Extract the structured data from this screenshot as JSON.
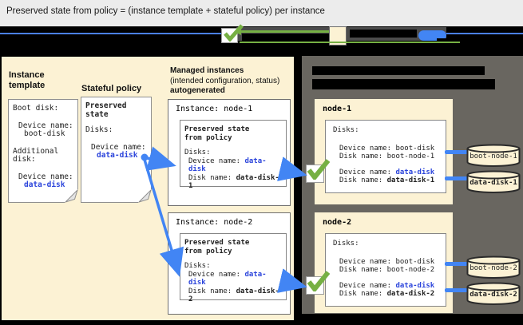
{
  "title": "Preserved state from policy = (instance template + stateful policy) per instance",
  "colors": {
    "blue_text": "#2b44db",
    "arrow_blue": "#4285f4",
    "check_green": "#76b043",
    "panel_beige": "#fcf2d4",
    "panel_gray": "#696660"
  },
  "instance_template": {
    "label": "Instance template",
    "boot_disk_heading": "Boot disk:",
    "boot_device_label": "Device name:",
    "boot_device_value": "boot-disk",
    "additional_disk_heading": "Additional disk:",
    "additional_device_label": "Device name:",
    "additional_device_value": "data-disk"
  },
  "stateful_policy": {
    "label": "Stateful policy",
    "heading": "Preserved state",
    "disks_heading": "Disks:",
    "device_label": "Device name:",
    "device_value": "data-disk"
  },
  "managed_instances": {
    "heading_line1": "Managed instances",
    "heading_line2": "(intended configuration, status)",
    "heading_line3": "autogenerated",
    "instances": [
      {
        "title": "Instance: node-1",
        "preserved_line1": "Preserved state",
        "preserved_line2": "from policy",
        "disks_heading": "Disks:",
        "device_label": "Device name:",
        "device_value": "data-disk",
        "disk_label": "Disk name:",
        "disk_value": "data-disk-1"
      },
      {
        "title": "Instance: node-2",
        "preserved_line1": "Preserved state",
        "preserved_line2": "from policy",
        "disks_heading": "Disks:",
        "device_label": "Device name:",
        "device_value": "data-disk",
        "disk_label": "Disk name:",
        "disk_value": "data-disk-2"
      }
    ]
  },
  "cloud": {
    "nodes": [
      {
        "title": "node-1",
        "disks_heading": "Disks:",
        "boot_device_label": "Device name:",
        "boot_device_value": "boot-disk",
        "boot_disk_label": "Disk name:",
        "boot_disk_value": "boot-node-1",
        "data_device_label": "Device name:",
        "data_device_value": "data-disk",
        "data_disk_label": "Disk name:",
        "data_disk_value": "data-disk-1",
        "boot_volume_label": "boot-node-1",
        "data_volume_label": "data-disk-1"
      },
      {
        "title": "node-2",
        "disks_heading": "Disks:",
        "boot_device_label": "Device name:",
        "boot_device_value": "boot-disk",
        "boot_disk_label": "Disk name:",
        "boot_disk_value": "boot-node-2",
        "data_device_label": "Device name:",
        "data_device_value": "data-disk",
        "data_disk_label": "Disk name:",
        "data_disk_value": "data-disk-2",
        "boot_volume_label": "boot-node-2",
        "data_volume_label": "data-disk-2"
      }
    ]
  }
}
